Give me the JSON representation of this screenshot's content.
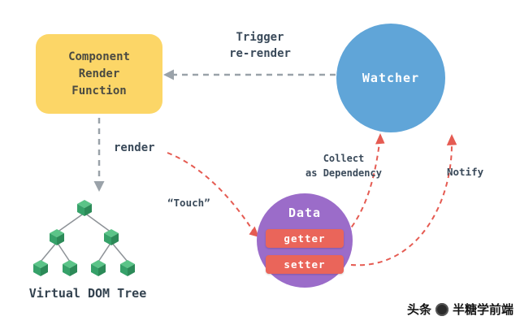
{
  "diagram": {
    "component_box": {
      "label": "Component\nRender\nFunction"
    },
    "watcher": {
      "label": "Watcher"
    },
    "data_node": {
      "label": "Data",
      "getter_label": "getter",
      "setter_label": "setter"
    },
    "labels": {
      "trigger": "Trigger\nre-render",
      "render": "render",
      "touch": "“Touch”",
      "collect": "Collect\nas Dependency",
      "notify": "Notify",
      "vdom_tree": "Virtual DOM Tree"
    },
    "colors": {
      "component_box_bg": "#fcd667",
      "watcher_bg": "#60a5d8",
      "data_bg": "#9b6cc9",
      "accessor_pill_bg": "#ea655a",
      "tree_green": "#36a169",
      "gray_arrow": "#9aa2a9",
      "red_arrow": "#e55b52",
      "label_text": "#3a4a5a"
    }
  },
  "watermark": {
    "site": "头条",
    "handle": "半糖学前端"
  }
}
